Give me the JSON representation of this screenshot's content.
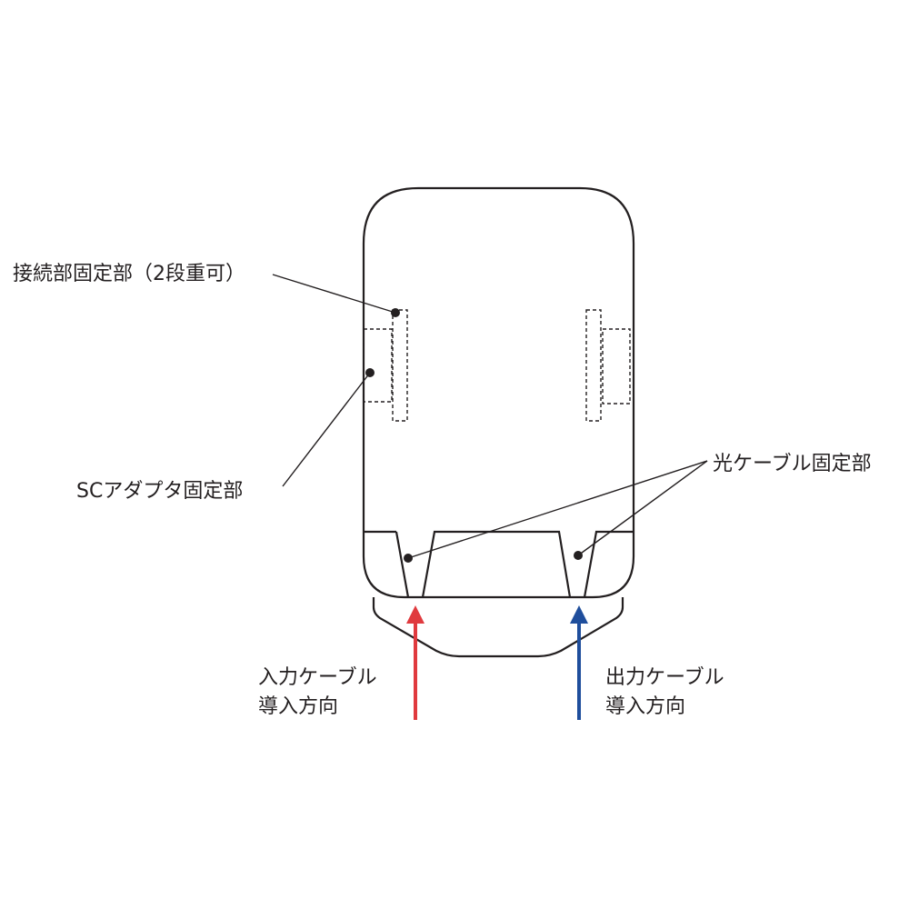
{
  "labels": {
    "connector_fix": "接続部固定部（2段重可）",
    "sc_adapter_fix": "SCアダプタ固定部",
    "optical_cable_fix": "光ケーブル固定部",
    "input_line1": "入力ケーブル",
    "input_line2": "導入方向",
    "output_line1": "出力ケーブル",
    "output_line2": "導入方向"
  },
  "colors": {
    "outline": "#231f20",
    "input_arrow": "#e03a3e",
    "output_arrow": "#1f4e9c"
  }
}
